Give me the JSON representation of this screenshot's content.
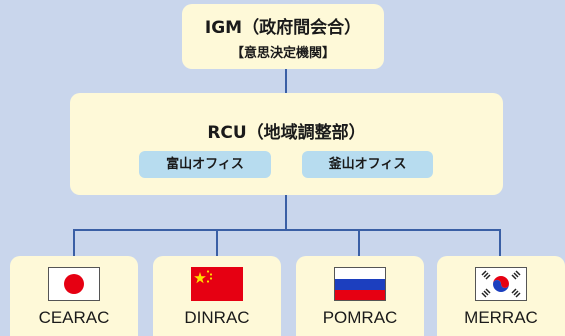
{
  "igm": {
    "title": "IGM（政府間会合）",
    "subtitle": "【意思決定機関】"
  },
  "rcu": {
    "title": "RCU（地域調整部）",
    "offices": [
      "富山オフィス",
      "釜山オフィス"
    ]
  },
  "racs": [
    {
      "label": "CEARAC",
      "flag": "japan-flag"
    },
    {
      "label": "DINRAC",
      "flag": "china-flag"
    },
    {
      "label": "POMRAC",
      "flag": "russia-flag"
    },
    {
      "label": "MERRAC",
      "flag": "korea-flag"
    }
  ],
  "colors": {
    "background": "#c9d6ec",
    "box": "#fef9d8",
    "office": "#b7dcef",
    "connector": "#3a5fa5"
  }
}
